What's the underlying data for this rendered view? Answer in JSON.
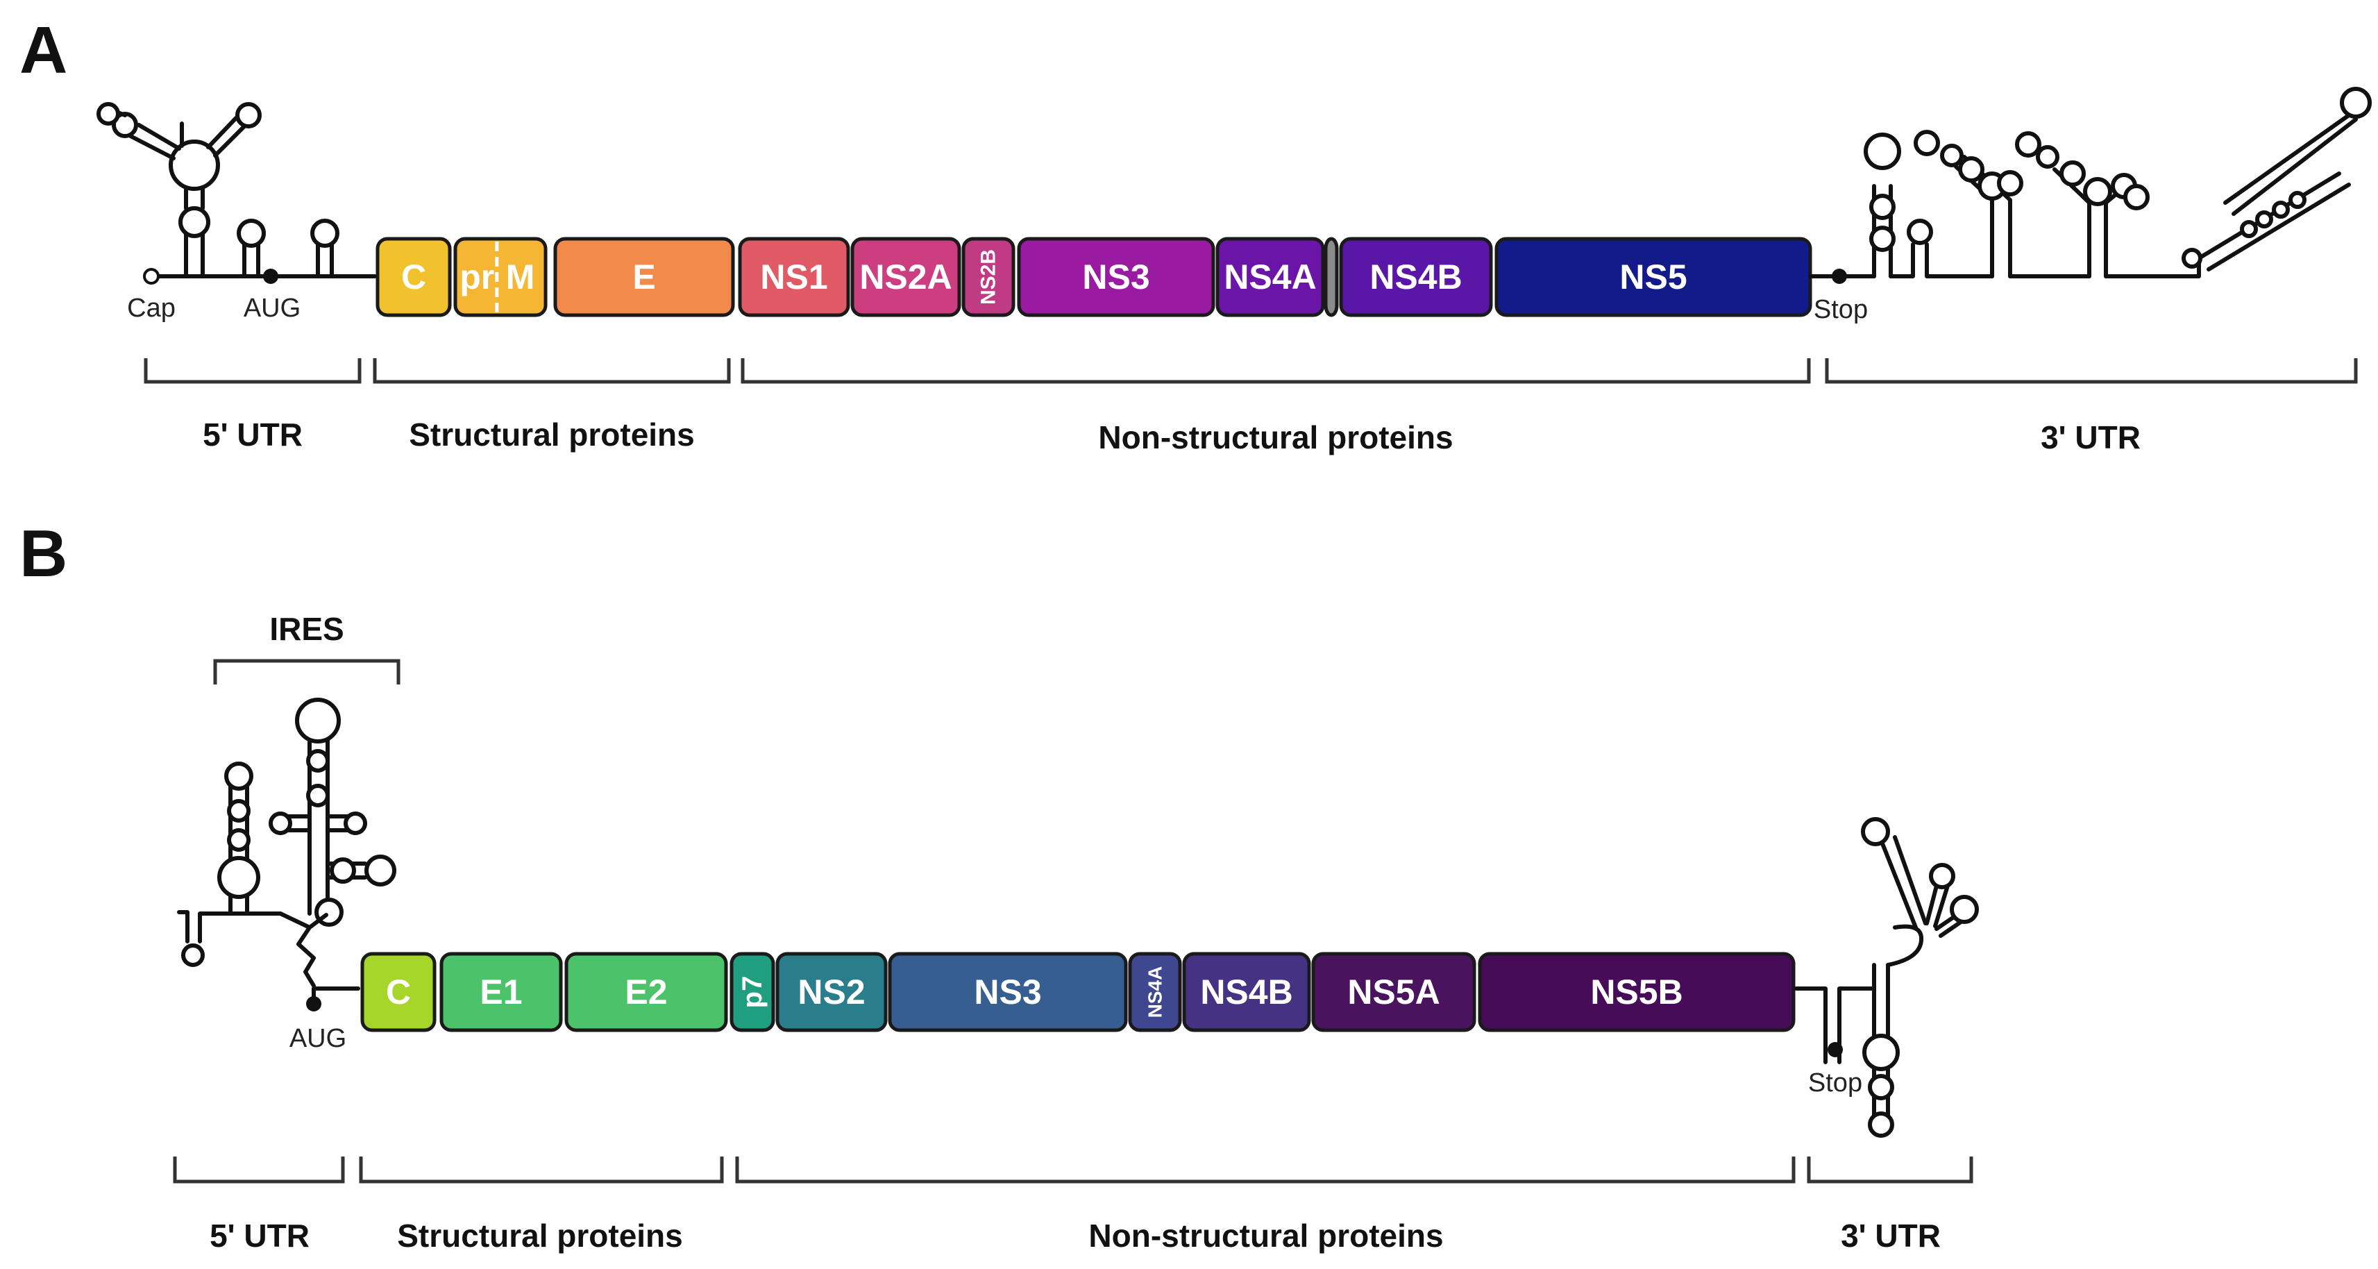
{
  "panel_a": {
    "letter": "A",
    "labels": {
      "cap": "Cap",
      "aug": "AUG",
      "stop": "Stop",
      "utr5": "5' UTR",
      "structural": "Structural proteins",
      "nonstructural": "Non-structural proteins",
      "utr3": "3' UTR"
    },
    "segments": [
      {
        "label": "C",
        "color": "#F2C22E"
      },
      {
        "label": "pr",
        "color": "#F5B634"
      },
      {
        "label": "M",
        "color": "#F5B634"
      },
      {
        "label": "E",
        "color": "#F28A4B"
      },
      {
        "label": "NS1",
        "color": "#E05A66"
      },
      {
        "label": "NS2A",
        "color": "#CC3E7F"
      },
      {
        "label": "NS2B",
        "color": "#C03A84"
      },
      {
        "label": "NS3",
        "color": "#9A1AA2"
      },
      {
        "label": "NS4A",
        "color": "#6B15A8"
      },
      {
        "label": "",
        "color": "#8C8C8C"
      },
      {
        "label": "NS4B",
        "color": "#5A16A6"
      },
      {
        "label": "NS5",
        "color": "#131A8A"
      }
    ]
  },
  "panel_b": {
    "letter": "B",
    "labels": {
      "ires": "IRES",
      "aug": "AUG",
      "stop": "Stop",
      "utr5": "5' UTR",
      "structural": "Structural proteins",
      "nonstructural": "Non-structural proteins",
      "utr3": "3' UTR"
    },
    "segments": [
      {
        "label": "C",
        "color": "#A6D62A"
      },
      {
        "label": "E1",
        "color": "#4CC26A"
      },
      {
        "label": "E2",
        "color": "#4CC26A"
      },
      {
        "label": "p7",
        "color": "#1F9E80"
      },
      {
        "label": "NS2",
        "color": "#2A7E8C"
      },
      {
        "label": "NS3",
        "color": "#365E91"
      },
      {
        "label": "NS4A",
        "color": "#3F4790"
      },
      {
        "label": "NS4B",
        "color": "#463283"
      },
      {
        "label": "NS5A",
        "color": "#4A135E"
      },
      {
        "label": "NS5B",
        "color": "#470C58"
      }
    ]
  }
}
